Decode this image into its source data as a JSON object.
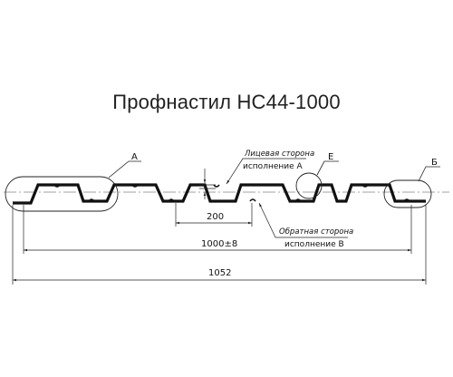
{
  "title": "Профнастил НС44-1000",
  "labels": {
    "detail_a": "А",
    "detail_b": "Б",
    "detail_e": "Е",
    "face_side_line1": "Лицевая сторона",
    "face_side_line2": "исполнение А",
    "back_side_line1": "Обратная сторона",
    "back_side_line2": "исполнение В"
  },
  "dimensions": {
    "pitch": "200",
    "working_width": "1000±8",
    "total_width": "1052"
  },
  "colors": {
    "profile": "#111111",
    "lines": "#222222"
  }
}
